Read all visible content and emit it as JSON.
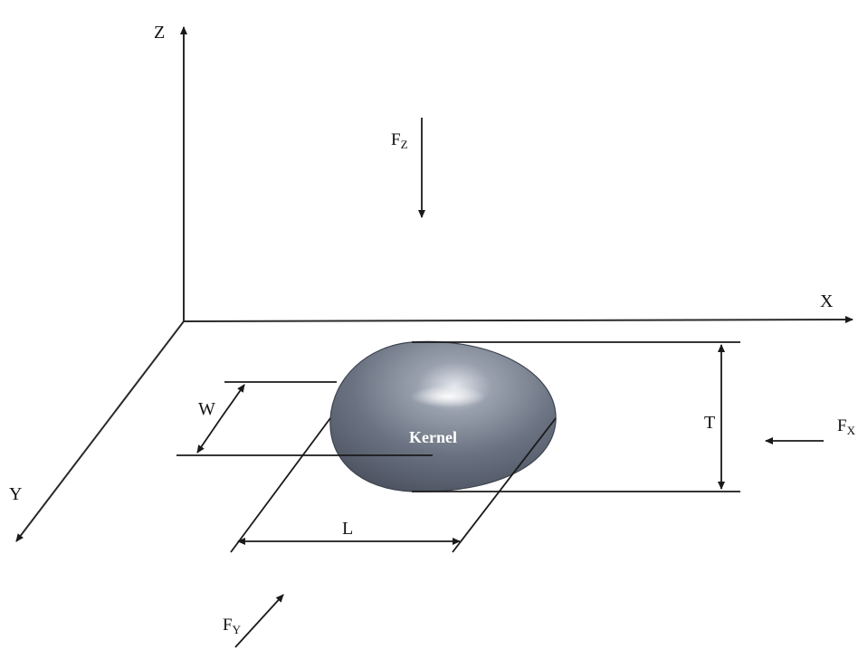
{
  "axes": {
    "z_label": "Z",
    "x_label": "X",
    "y_label": "Y"
  },
  "forces": {
    "fz_main": "F",
    "fz_sub": "Z",
    "fy_main": "F",
    "fy_sub": "Y",
    "fx_main": "F",
    "fx_sub": "X"
  },
  "dimensions": {
    "width_label": "W",
    "length_label": "L",
    "thickness_label": "T"
  },
  "kernel": {
    "label": "Kernel",
    "color": "#6b7382"
  }
}
